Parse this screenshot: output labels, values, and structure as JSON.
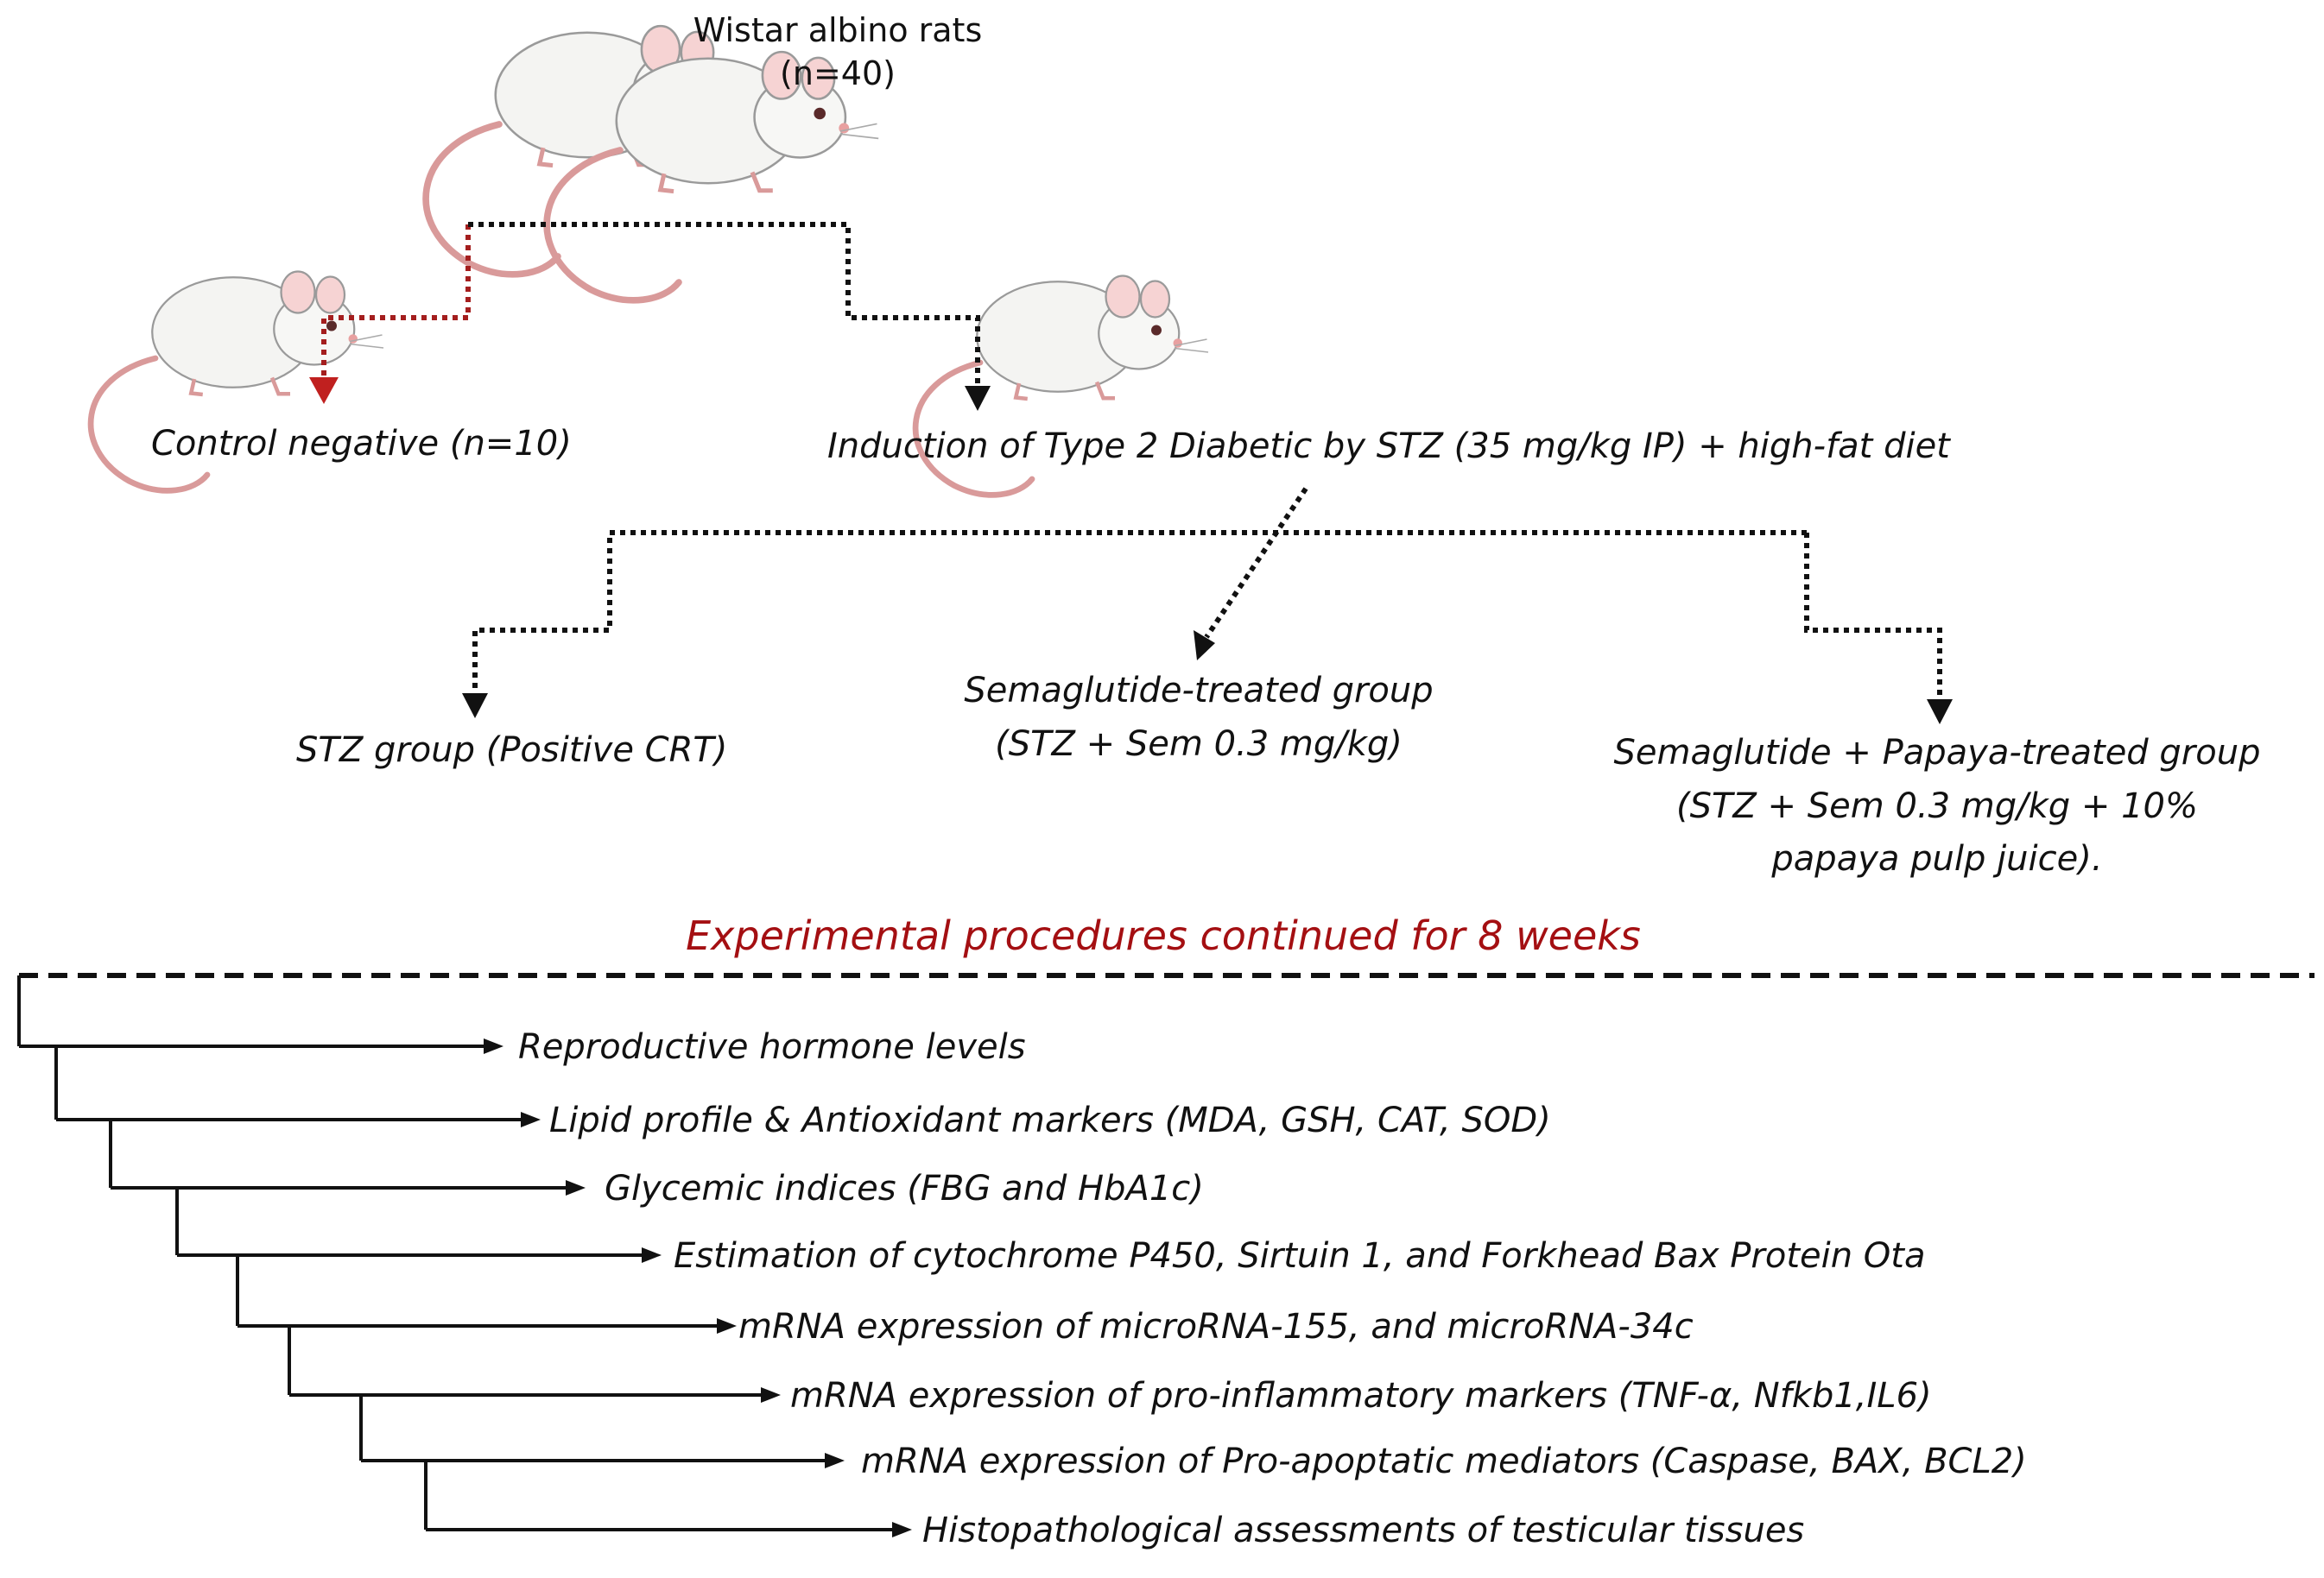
{
  "header": {
    "title_line1": "Wistar albino rats",
    "title_line2": "(n=40)"
  },
  "groups": {
    "control": "Control negative (n=10)",
    "induction": "Induction of Type 2 Diabetic by STZ (35 mg/kg IP) + high-fat diet",
    "stz": "STZ group (Positive CRT)",
    "sem_line1": "Semaglutide-treated group",
    "sem_line2": "(STZ + Sem 0.3 mg/kg)",
    "sempap_line1": "Semaglutide + Papaya-treated group",
    "sempap_line2": "(STZ + Sem 0.3 mg/kg + 10%",
    "sempap_line3": "papaya pulp juice)."
  },
  "procedures": {
    "banner": "Experimental procedures continued for 8 weeks",
    "items": [
      "Reproductive hormone levels",
      "Lipid profile & Antioxidant markers (MDA, GSH, CAT, SOD)",
      "Glycemic indices (FBG and HbA1c)",
      "Estimation of cytochrome P450, Sirtuin 1, and Forkhead Bax Protein Ota",
      "mRNA expression of microRNA-155, and microRNA-34c",
      "mRNA expression of pro-inflammatory markers (TNF-α, Nfkb1,IL6)",
      "mRNA expression of Pro-apoptatic mediators (Caspase, BAX, BCL2)",
      "Histopathological assessments of testicular tissues"
    ]
  },
  "colors": {
    "accent_red": "#a40f12",
    "line": "#111111"
  },
  "icons": [
    "rat-icon"
  ]
}
